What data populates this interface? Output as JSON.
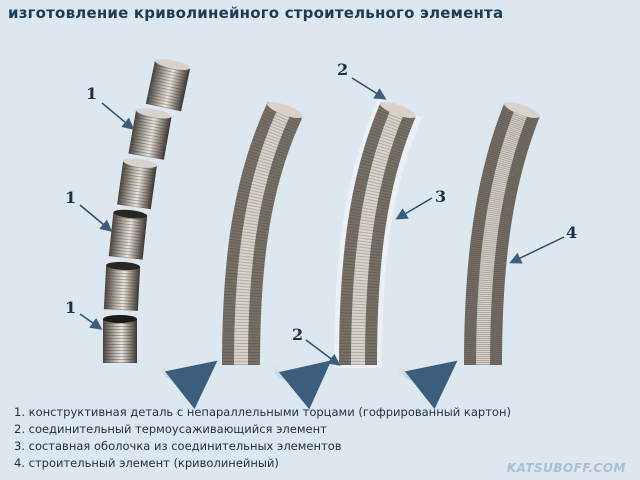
{
  "title": "изготовление криволинейного строительного элемента",
  "labels": {
    "l1a": "1",
    "l1b": "1",
    "l1c": "1",
    "l2a": "2",
    "l2b": "2",
    "l3": "3",
    "l4": "4"
  },
  "legend": [
    "1. конструктивная деталь с непараллельными торцами (гофрированный картон)",
    "2. соединительный термоусаживающийся элемент",
    "3. составная оболочка из соединительных элементов",
    "4. строительный элемент (криволинейный)"
  ],
  "watermark": "KATSUBOFF.COM"
}
